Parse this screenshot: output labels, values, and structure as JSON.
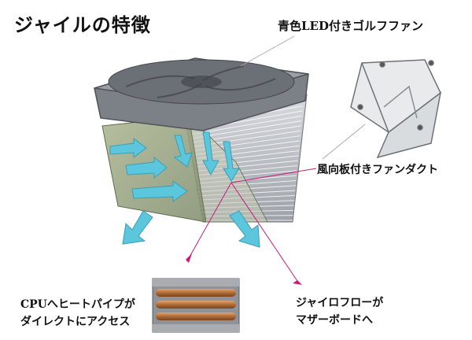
{
  "title": "ジャイルの特徴",
  "labels": {
    "fan": "青色LED付きゴルフファン",
    "duct": "風向板付きファンダクト",
    "gyro_line1": "ジャイロフローが",
    "gyro_line2": "マザーボードへ",
    "heatpipe_line1": "CPUへヒートパイプが",
    "heatpipe_line2": "ダイレクトにアクセス"
  },
  "colors": {
    "leader": "#c8187a",
    "arrow": "#5cc6dc",
    "fan_frame": "#8a8d92",
    "fins": "#b9bcc2",
    "shroud": "#8fa07a",
    "copper": "#b06b34"
  }
}
